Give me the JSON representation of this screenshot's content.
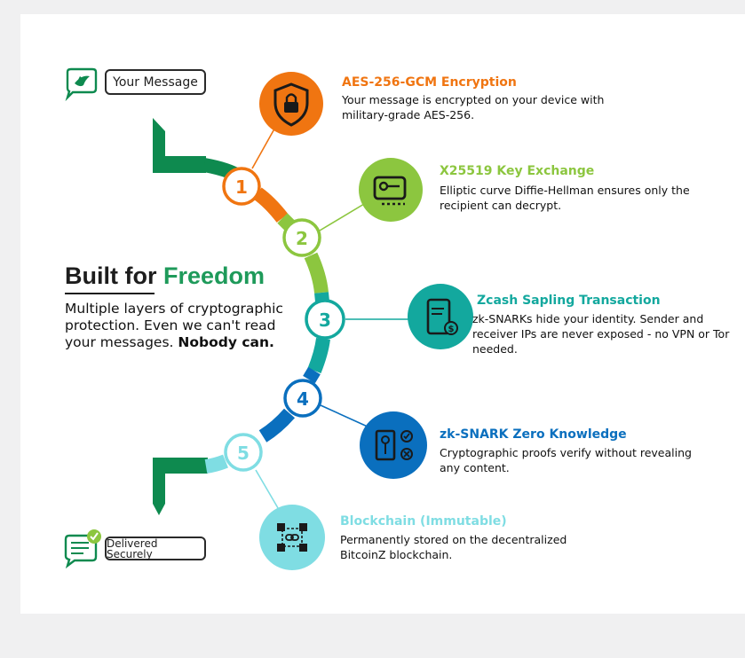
{
  "colors": {
    "orange": "#f07511",
    "lightgreen": "#8cc63f",
    "teal": "#13a89e",
    "blue": "#0a6fbe",
    "cyan": "#7fdde3",
    "darkgreen": "#0e8a4f",
    "ink": "#1d1d1d"
  },
  "top_badge": {
    "label": "Your Message",
    "icon": "chat-bird-icon"
  },
  "bottom_badge": {
    "label": "Delivered Securely",
    "icon": "checked-message-icon"
  },
  "headline": {
    "part1": "Built for",
    "part2": "Freedom"
  },
  "tagline": {
    "text": "Multiple layers of cryptographic protection. Even we can't read your messages.",
    "emphasis": "Nobody can."
  },
  "steps": [
    {
      "number": "1",
      "title": "AES-256-GCM Encryption",
      "description": "Your message is encrypted on your device with military-grade AES-256.",
      "icon": "shield-lock-icon"
    },
    {
      "number": "2",
      "title": "X25519 Key Exchange",
      "description": "Elliptic curve Diffie-Hellman ensures only the recipient can decrypt.",
      "icon": "key-chat-icon"
    },
    {
      "number": "3",
      "title": "Zcash Sapling Transaction",
      "description": "zk-SNARKs hide your identity. Sender and receiver IPs are never exposed - no VPN or Tor needed.",
      "icon": "phone-transaction-icon"
    },
    {
      "number": "4",
      "title": "zk-SNARK Zero Knowledge",
      "description": "Cryptographic proofs verify without revealing any content.",
      "icon": "proof-check-icon"
    },
    {
      "number": "5",
      "title": "Blockchain (Immutable)",
      "description": "Permanently stored on the decentralized BitcoinZ blockchain.",
      "icon": "blockchain-icon"
    }
  ]
}
